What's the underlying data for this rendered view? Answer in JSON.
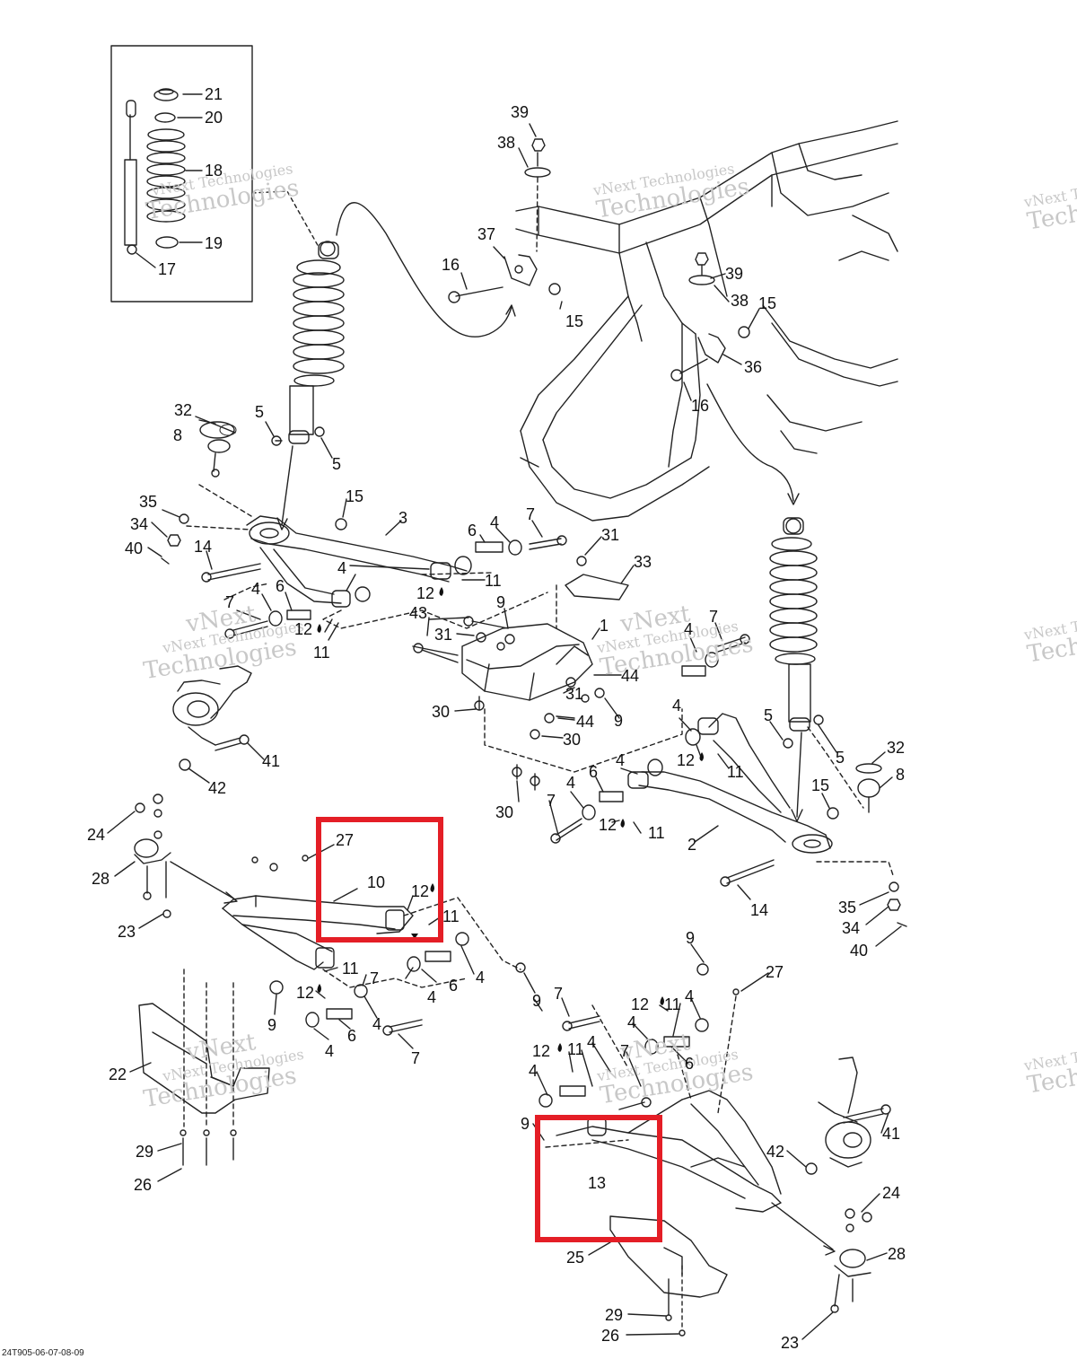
{
  "document_code": "24T905-06-07-08-09",
  "watermark": {
    "line1": "vNext",
    "line2": "vNext Technologies",
    "line3": "Technologies"
  },
  "highlight_color": "#e41e26",
  "callouts": [
    {
      "id": "c21",
      "text": "21"
    },
    {
      "id": "c20",
      "text": "20"
    },
    {
      "id": "c18",
      "text": "18"
    },
    {
      "id": "c19",
      "text": "19"
    },
    {
      "id": "c17",
      "text": "17"
    },
    {
      "id": "c39a",
      "text": "39"
    },
    {
      "id": "c38a",
      "text": "38"
    },
    {
      "id": "c37",
      "text": "37"
    },
    {
      "id": "c16a",
      "text": "16"
    },
    {
      "id": "c15a",
      "text": "15"
    },
    {
      "id": "c39b",
      "text": "39"
    },
    {
      "id": "c38b",
      "text": "38"
    },
    {
      "id": "c15b",
      "text": "15"
    },
    {
      "id": "c36",
      "text": "36"
    },
    {
      "id": "c16b",
      "text": "16"
    },
    {
      "id": "c32a",
      "text": "32"
    },
    {
      "id": "c8a",
      "text": "8"
    },
    {
      "id": "c5a",
      "text": "5"
    },
    {
      "id": "c5b",
      "text": "5"
    },
    {
      "id": "c35a",
      "text": "35"
    },
    {
      "id": "c34a",
      "text": "34"
    },
    {
      "id": "c40a",
      "text": "40"
    },
    {
      "id": "c15c",
      "text": "15"
    },
    {
      "id": "c3",
      "text": "3"
    },
    {
      "id": "c14a",
      "text": "14"
    },
    {
      "id": "c6a",
      "text": "6"
    },
    {
      "id": "c4a",
      "text": "4"
    },
    {
      "id": "c7a",
      "text": "7"
    },
    {
      "id": "c31a",
      "text": "31"
    },
    {
      "id": "c4b",
      "text": "4"
    },
    {
      "id": "c11a",
      "text": "11"
    },
    {
      "id": "c12a",
      "text": "12"
    },
    {
      "id": "c33",
      "text": "33"
    },
    {
      "id": "c7b",
      "text": "7"
    },
    {
      "id": "c4c",
      "text": "4"
    },
    {
      "id": "c6b",
      "text": "6"
    },
    {
      "id": "c43",
      "text": "43"
    },
    {
      "id": "c9a",
      "text": "9"
    },
    {
      "id": "c1",
      "text": "1"
    },
    {
      "id": "c31b",
      "text": "31"
    },
    {
      "id": "c12b",
      "text": "12"
    },
    {
      "id": "c11b",
      "text": "11"
    },
    {
      "id": "c4d",
      "text": "4"
    },
    {
      "id": "c7c",
      "text": "7"
    },
    {
      "id": "c44a",
      "text": "44"
    },
    {
      "id": "c31c",
      "text": "31"
    },
    {
      "id": "c30a",
      "text": "30"
    },
    {
      "id": "c44b",
      "text": "44"
    },
    {
      "id": "c9b",
      "text": "9"
    },
    {
      "id": "c30b",
      "text": "30"
    },
    {
      "id": "c41a",
      "text": "41"
    },
    {
      "id": "c42a",
      "text": "42"
    },
    {
      "id": "c4e",
      "text": "4"
    },
    {
      "id": "c5c",
      "text": "5"
    },
    {
      "id": "c5d",
      "text": "5"
    },
    {
      "id": "c32b",
      "text": "32"
    },
    {
      "id": "c8b",
      "text": "8"
    },
    {
      "id": "c12c",
      "text": "12"
    },
    {
      "id": "c11c",
      "text": "11"
    },
    {
      "id": "c4f",
      "text": "4"
    },
    {
      "id": "c6c",
      "text": "6"
    },
    {
      "id": "c30c",
      "text": "30"
    },
    {
      "id": "c7d",
      "text": "7"
    },
    {
      "id": "c4g",
      "text": "4"
    },
    {
      "id": "c12d",
      "text": "12"
    },
    {
      "id": "c11d",
      "text": "11"
    },
    {
      "id": "c15d",
      "text": "15"
    },
    {
      "id": "c2",
      "text": "2"
    },
    {
      "id": "c14b",
      "text": "14"
    },
    {
      "id": "c35b",
      "text": "35"
    },
    {
      "id": "c34b",
      "text": "34"
    },
    {
      "id": "c40b",
      "text": "40"
    },
    {
      "id": "c24a",
      "text": "24"
    },
    {
      "id": "c28a",
      "text": "28"
    },
    {
      "id": "c23a",
      "text": "23"
    },
    {
      "id": "c27a",
      "text": "27"
    },
    {
      "id": "c10",
      "text": "10"
    },
    {
      "id": "c12e",
      "text": "12"
    },
    {
      "id": "c11e",
      "text": "11"
    },
    {
      "id": "c11f",
      "text": "11"
    },
    {
      "id": "c7e",
      "text": "7"
    },
    {
      "id": "c9c",
      "text": "9"
    },
    {
      "id": "c12f",
      "text": "12"
    },
    {
      "id": "c6d",
      "text": "6"
    },
    {
      "id": "c4h",
      "text": "4"
    },
    {
      "id": "c4i",
      "text": "4"
    },
    {
      "id": "c6e",
      "text": "6"
    },
    {
      "id": "c4j",
      "text": "4"
    },
    {
      "id": "c4k",
      "text": "4"
    },
    {
      "id": "c7f",
      "text": "7"
    },
    {
      "id": "c22",
      "text": "22"
    },
    {
      "id": "c29a",
      "text": "29"
    },
    {
      "id": "c26a",
      "text": "26"
    },
    {
      "id": "c9d",
      "text": "9"
    },
    {
      "id": "c27b",
      "text": "27"
    },
    {
      "id": "c9e",
      "text": "9"
    },
    {
      "id": "c7g",
      "text": "7"
    },
    {
      "id": "c12g",
      "text": "12"
    },
    {
      "id": "c11g",
      "text": "11"
    },
    {
      "id": "c4l",
      "text": "4"
    },
    {
      "id": "c4m",
      "text": "4"
    },
    {
      "id": "c12h",
      "text": "12"
    },
    {
      "id": "c11h",
      "text": "11"
    },
    {
      "id": "c4n",
      "text": "4"
    },
    {
      "id": "c7h",
      "text": "7"
    },
    {
      "id": "c6f",
      "text": "6"
    },
    {
      "id": "c4o",
      "text": "4"
    },
    {
      "id": "c9f",
      "text": "9"
    },
    {
      "id": "c13",
      "text": "13"
    },
    {
      "id": "c42b",
      "text": "42"
    },
    {
      "id": "c41b",
      "text": "41"
    },
    {
      "id": "c24b",
      "text": "24"
    },
    {
      "id": "c28b",
      "text": "28"
    },
    {
      "id": "c25",
      "text": "25"
    },
    {
      "id": "c29b",
      "text": "29"
    },
    {
      "id": "c26b",
      "text": "26"
    },
    {
      "id": "c23b",
      "text": "23"
    }
  ]
}
